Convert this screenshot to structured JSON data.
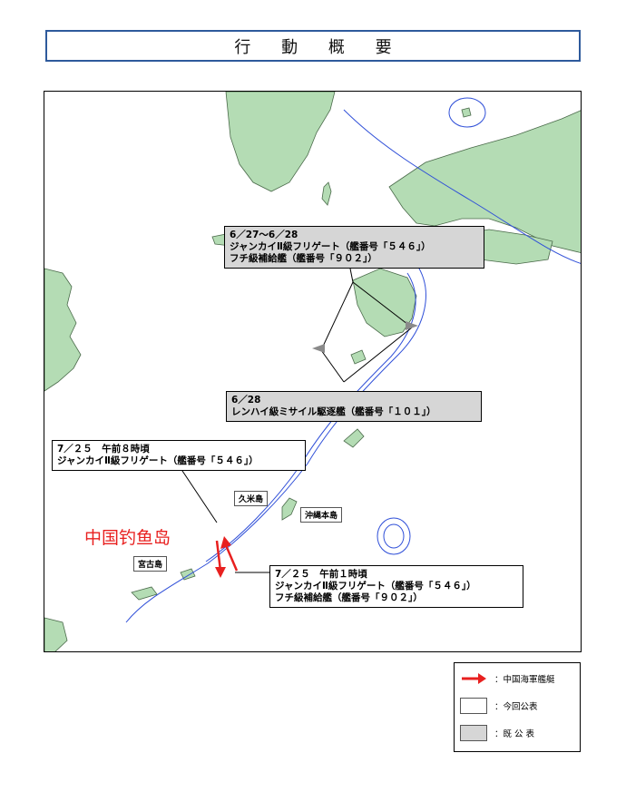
{
  "title": "行 動 概 要",
  "colors": {
    "land": "#b4dcb4",
    "land_outline": "#4a6a4a",
    "boundary_blue": "#2f4fd8",
    "route_line": "#000000",
    "ship_arrow_red": "#e8201f",
    "previous_fill": "#d6d6d6",
    "current_fill": "#ffffff",
    "gray_arrow": "#8a8a8a"
  },
  "callouts": {
    "c1": {
      "line1": "6／27～6／28",
      "line2": "ジャンカイⅡ級フリゲート（艦番号「５４６」）",
      "line3": "フチ級補給艦（艦番号「９０２」）"
    },
    "c2": {
      "line1": "6／28",
      "line2": "レンハイ級ミサイル駆逐艦（艦番号「１０１」）"
    },
    "c3": {
      "line1": "7／２５　午前８時頃",
      "line2": "ジャンカイⅡ級フリゲート（艦番号「５４６」）"
    },
    "c4": {
      "line1": "7／２５　午前１時頃",
      "line2": "ジャンカイⅡ級フリゲート（艦番号「５４６」）",
      "line3": "フチ級補給艦（艦番号「９０２」）"
    }
  },
  "islands": {
    "kumejima": "久米島",
    "okinawa": "沖縄本島",
    "miyako": "宮古島"
  },
  "red_label": "中国钓鱼岛",
  "legend": {
    "navy_ship": "：中国海軍艦艇",
    "current": "：今回公表",
    "previous": "：既 公 表"
  }
}
